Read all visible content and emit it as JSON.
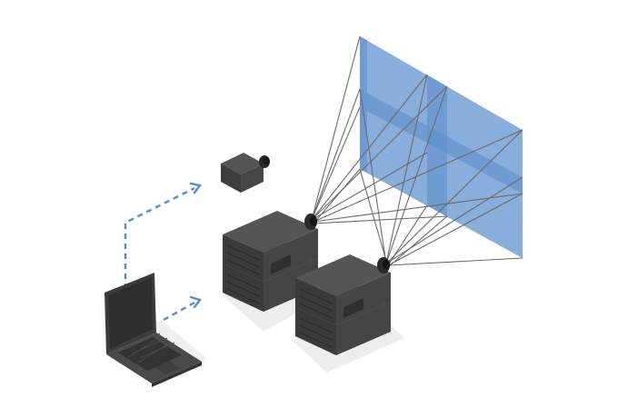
{
  "diagram": {
    "components": [
      {
        "id": "laptop",
        "icon": "laptop-icon"
      },
      {
        "id": "camera",
        "icon": "camera-icon"
      },
      {
        "id": "projector-1",
        "icon": "projector-icon"
      },
      {
        "id": "projector-2",
        "icon": "projector-icon"
      },
      {
        "id": "screen",
        "icon": "projection-screen-icon"
      }
    ],
    "connections": [
      {
        "from": "laptop",
        "to": "camera",
        "style": "dashed"
      },
      {
        "from": "laptop",
        "to": "projector-1",
        "style": "dashed"
      },
      {
        "from": "projector-1",
        "to": "screen",
        "style": "beam-lines"
      },
      {
        "from": "projector-2",
        "to": "screen",
        "style": "beam-lines"
      }
    ]
  },
  "colors": {
    "screen_fill": "#7ea7d8",
    "screen_dark": "#5d8cc6",
    "device_top": "#4d4d4d",
    "device_side": "#3a3a3a",
    "device_front": "#2f2f2f",
    "connector_dashed": "#4a8fd6",
    "beam_line": "#6b6b6b",
    "shadow": "#e6e6e6"
  }
}
